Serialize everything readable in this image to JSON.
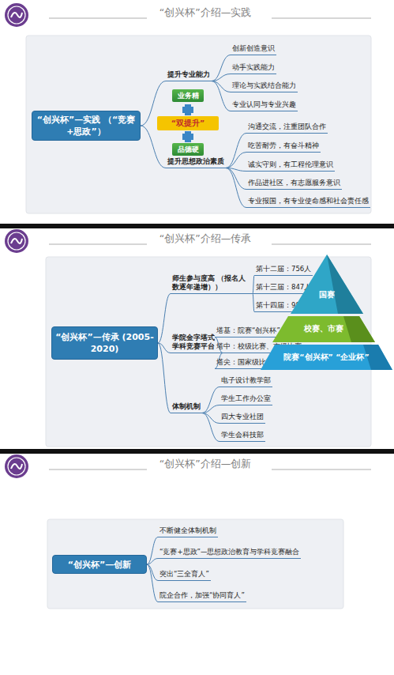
{
  "diagram": {
    "nodes": [
      {
        "text": [
          "“创兴杯”—实践 （“竞赛+思政”）"
        ]
      },
      {
        "text": [
          "提升专业能力"
        ]
      },
      {
        "text": [
          "创新创造意识"
        ]
      },
      {
        "text": [
          "动手实践能力"
        ]
      },
      {
        "text": [
          "理论与实践结合能力"
        ]
      },
      {
        "text": [
          "专业认同与专业兴趣"
        ]
      },
      {
        "text": [
          "提升思想政治素质"
        ]
      },
      {
        "text": [
          "沟通交流，注重团队合作"
        ]
      },
      {
        "text": [
          "吃苦耐劳，有奋斗精神"
        ]
      },
      {
        "text": [
          "诚实守则，有工程伦理意识"
        ]
      },
      {
        "text": [
          "作品进社区，有志愿服务意识"
        ]
      },
      {
        "text": [
          "专业报国，有专业使命感和社会责任感"
        ]
      },
      {
        "text": [
          "业务精"
        ]
      },
      {
        "text": [
          "“双提升”"
        ]
      },
      {
        "text": [
          "品德硬"
        ]
      },
      {
        "text": [
          "“创兴杯”—传承 (2005-2020)"
        ]
      },
      {
        "text": [
          "师生参与度高 （报名人数逐年递增））"
        ]
      },
      {
        "text": [
          "第十二届：756人"
        ]
      },
      {
        "text": [
          "第十三届：847人"
        ]
      },
      {
        "text": [
          "第十四届：981人"
        ]
      },
      {
        "text": [
          "学院金字塔式 学科竞赛平台"
        ]
      },
      {
        "text": [
          "塔基：院赛“创兴杯”、"
        ]
      },
      {
        "text": [
          "塔中：校级比赛、市级比赛"
        ]
      },
      {
        "text": [
          "塔尖：国家级比赛"
        ]
      },
      {
        "text": [
          "体制机制"
        ]
      },
      {
        "text": [
          "电子设计教学部"
        ]
      },
      {
        "text": [
          "学生工作办公室"
        ]
      },
      {
        "text": [
          "四大专业社团"
        ]
      },
      {
        "text": [
          "学生会科技部"
        ]
      },
      {
        "text": [
          "国赛"
        ]
      },
      {
        "text": [
          "校赛、市赛"
        ]
      },
      {
        "text": [
          "院赛“创兴杯” “企业杯”"
        ]
      },
      {
        "text": [
          "“创兴杯”—创新"
        ]
      },
      {
        "text": [
          "不断健全体制机制"
        ]
      },
      {
        "text": [
          "“竞赛+思政”—思想政治教育与学科竞赛融合"
        ]
      },
      {
        "text": [
          "突出“三全育人”"
        ]
      },
      {
        "text": [
          "院企合作，加强“协同育人”"
        ]
      }
    ],
    "edges": [
      {
        "from": 0,
        "to": 1,
        "arrow": "none"
      },
      {
        "from": 0,
        "to": 6,
        "arrow": "none"
      },
      {
        "from": 1,
        "to": 2,
        "arrow": "none"
      },
      {
        "from": 1,
        "to": 3,
        "arrow": "none"
      },
      {
        "from": 1,
        "to": 4,
        "arrow": "none"
      },
      {
        "from": 1,
        "to": 5,
        "arrow": "none"
      },
      {
        "from": 6,
        "to": 7,
        "arrow": "none"
      },
      {
        "from": 6,
        "to": 8,
        "arrow": "none"
      },
      {
        "from": 6,
        "to": 9,
        "arrow": "none"
      },
      {
        "from": 6,
        "to": 10,
        "arrow": "none"
      },
      {
        "from": 6,
        "to": 11,
        "arrow": "none"
      },
      {
        "from": 15,
        "to": 16,
        "arrow": "none"
      },
      {
        "from": 15,
        "to": 20,
        "arrow": "none"
      },
      {
        "from": 15,
        "to": 24,
        "arrow": "none"
      },
      {
        "from": 16,
        "to": 17,
        "arrow": "none"
      },
      {
        "from": 16,
        "to": 18,
        "arrow": "none"
      },
      {
        "from": 16,
        "to": 19,
        "arrow": "none"
      },
      {
        "from": 20,
        "to": 21,
        "arrow": "none"
      },
      {
        "from": 20,
        "to": 22,
        "arrow": "none"
      },
      {
        "from": 20,
        "to": 23,
        "arrow": "none"
      },
      {
        "from": 24,
        "to": 25,
        "arrow": "none"
      },
      {
        "from": 24,
        "to": 26,
        "arrow": "none"
      },
      {
        "from": 24,
        "to": 27,
        "arrow": "none"
      },
      {
        "from": 24,
        "to": 28,
        "arrow": "none"
      },
      {
        "from": 32,
        "to": 33,
        "arrow": "none"
      },
      {
        "from": 32,
        "to": 34,
        "arrow": "none"
      },
      {
        "from": 32,
        "to": 35,
        "arrow": "none"
      },
      {
        "from": 32,
        "to": 36,
        "arrow": "none"
      }
    ],
    "labels": [
      "“创兴杯”介绍—实践",
      "“创兴杯”介绍—传承",
      "“创兴杯”介绍—创新"
    ]
  }
}
